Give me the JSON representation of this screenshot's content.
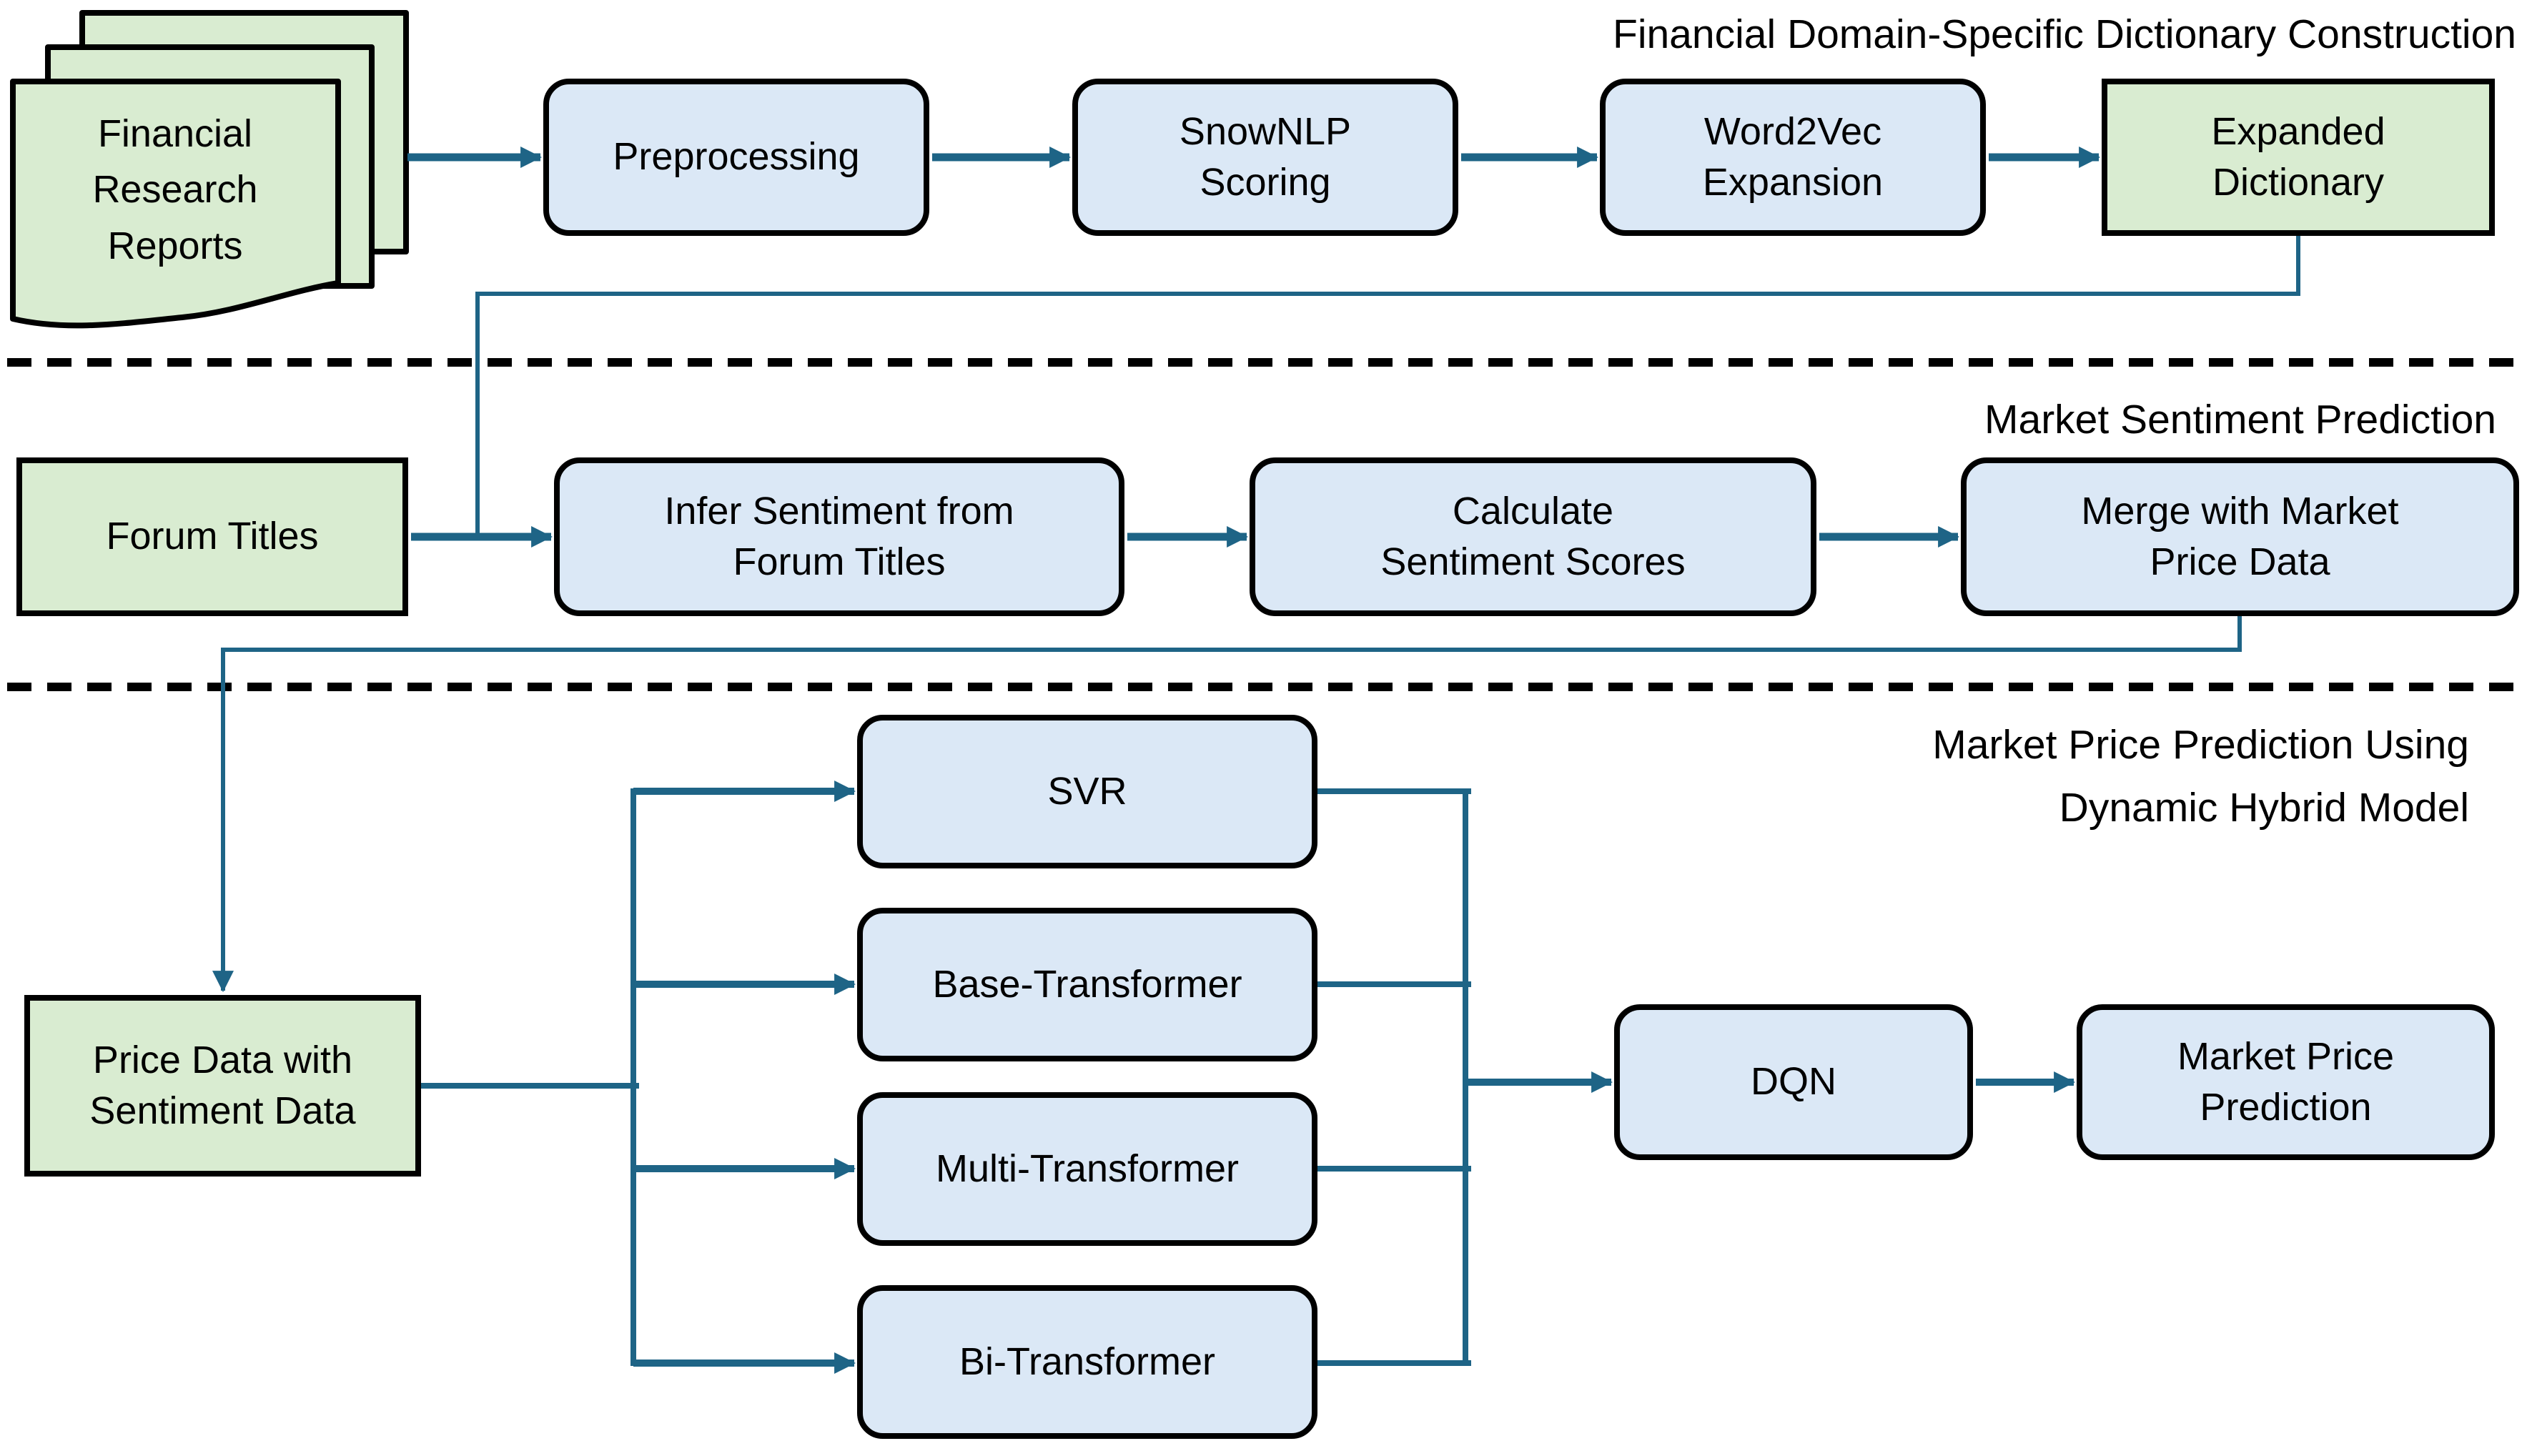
{
  "page": {
    "background": "#ffffff"
  },
  "colors": {
    "connector": "#1e6486",
    "node_fill_blue": "#dbe8f6",
    "node_fill_green": "#d9ecd1",
    "node_border": "#000000",
    "text": "#000000",
    "divider": "#000000",
    "page_bg": "#ffffff"
  },
  "section_titles": {
    "dictionary": "Financial Domain-Specific Dictionary Construction",
    "sentiment": "Market Sentiment Prediction",
    "price": "Market Price Prediction Using\nDynamic Hybrid Model"
  },
  "nodes": {
    "financial_research_reports": {
      "label": "Financial\nResearch\nReports",
      "shape": "document-stack",
      "fill": "green"
    },
    "preprocessing": {
      "label": "Preprocessing",
      "fill": "blue"
    },
    "snownlp_scoring": {
      "label": "SnowNLP\nScoring",
      "fill": "blue"
    },
    "word2vec_expansion": {
      "label": "Word2Vec\nExpansion",
      "fill": "blue"
    },
    "expanded_dictionary": {
      "label": "Expanded\nDictionary",
      "fill": "green"
    },
    "forum_titles": {
      "label": "Forum Titles",
      "fill": "green"
    },
    "infer_sentiment": {
      "label": "Infer Sentiment from\nForum Titles",
      "fill": "blue"
    },
    "calculate_sentiment_scores": {
      "label": "Calculate\nSentiment Scores",
      "fill": "blue"
    },
    "merge_with_market_price_data": {
      "label": "Merge with Market\nPrice Data",
      "fill": "blue"
    },
    "price_data_with_sentiment_data": {
      "label": "Price Data with\nSentiment Data",
      "fill": "green"
    },
    "svr": {
      "label": "SVR",
      "fill": "blue"
    },
    "base_transformer": {
      "label": "Base-Transformer",
      "fill": "blue"
    },
    "multi_transformer": {
      "label": "Multi-Transformer",
      "fill": "blue"
    },
    "bi_transformer": {
      "label": "Bi-Transformer",
      "fill": "blue"
    },
    "dqn": {
      "label": "DQN",
      "fill": "blue"
    },
    "market_price_prediction": {
      "label": "Market Price\nPrediction",
      "fill": "blue"
    }
  }
}
